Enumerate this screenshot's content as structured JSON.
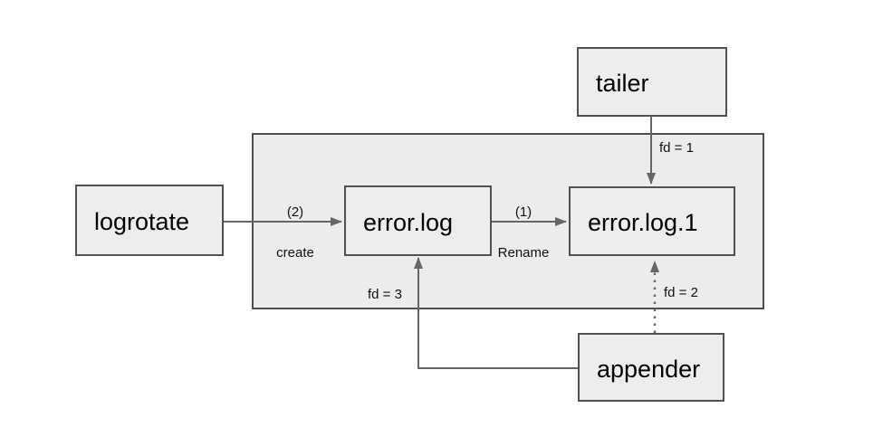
{
  "diagram": {
    "description_domain": "log rotation flow diagram",
    "colors": {
      "background": "#ffffff",
      "node_fill": "#ededed",
      "node_border": "#515151",
      "group_fill": "#ececec",
      "group_border": "#4f4f4f",
      "arrow": "#666666",
      "text": "#000000"
    },
    "nodes": {
      "tailer": {
        "label": "tailer"
      },
      "logrotate": {
        "label": "logrotate"
      },
      "error_log": {
        "label": "error.log"
      },
      "error_log_1": {
        "label": "error.log.1"
      },
      "appender": {
        "label": "appender"
      }
    },
    "edges": [
      {
        "id": "logrotate-to-errorlog",
        "from": "logrotate",
        "to": "error.log",
        "style": "solid",
        "label_lines": [
          "(2)",
          "create"
        ]
      },
      {
        "id": "errorlog-to-errorlog1",
        "from": "error.log",
        "to": "error.log.1",
        "style": "solid",
        "label_lines": [
          "(1)",
          "Rename"
        ]
      },
      {
        "id": "tailer-to-errorlog1",
        "from": "tailer",
        "to": "error.log.1",
        "style": "solid",
        "label": "fd = 1"
      },
      {
        "id": "appender-to-errorlog",
        "from": "appender",
        "to": "error.log",
        "style": "solid",
        "label": "fd = 3"
      },
      {
        "id": "appender-to-errorlog1",
        "from": "appender",
        "to": "error.log.1",
        "style": "dotted",
        "label": "fd = 2"
      }
    ]
  }
}
